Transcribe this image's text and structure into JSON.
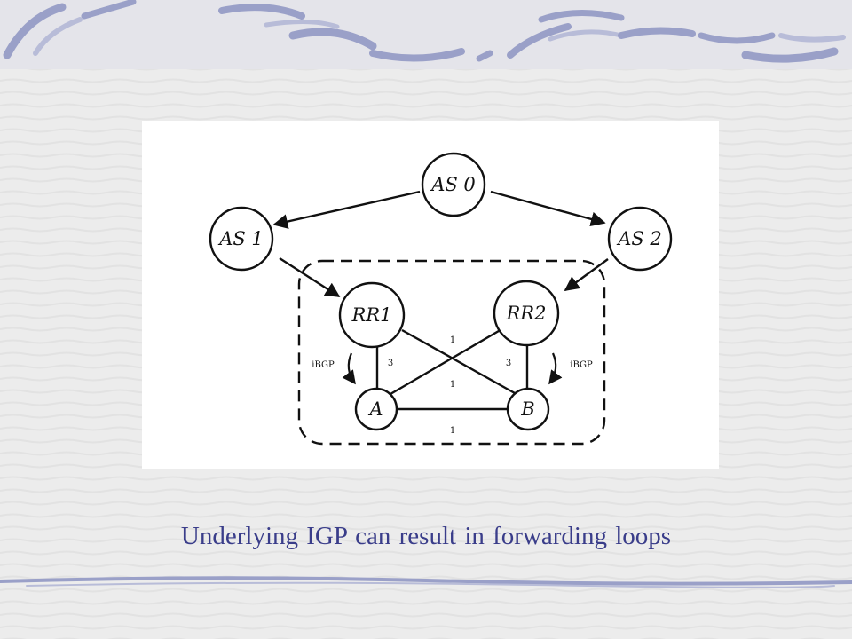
{
  "slide": {
    "caption": "Underlying IGP can result in forwarding loops",
    "colors": {
      "background": "#ececec",
      "brush_strokes": "#9aa0c8",
      "caption": "#3a3d8a"
    }
  },
  "diagram": {
    "nodes": {
      "as0": {
        "label": "AS 0"
      },
      "as1": {
        "label": "AS 1"
      },
      "as2": {
        "label": "AS 2"
      },
      "rr1": {
        "label": "RR1"
      },
      "rr2": {
        "label": "RR2"
      },
      "a": {
        "label": "A"
      },
      "b": {
        "label": "B"
      }
    },
    "edge_weights": {
      "rr1_a": "3",
      "rr2_b": "3",
      "rr1_b": "1",
      "rr2_a": "1",
      "a_b": "1"
    },
    "ibgp_left": "iBGP",
    "ibgp_right": "iBGP"
  }
}
